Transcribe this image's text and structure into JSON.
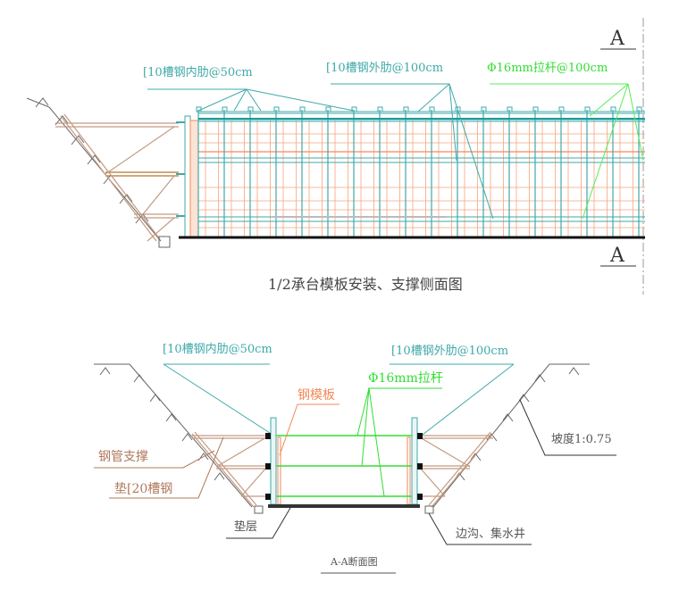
{
  "side_view": {
    "title": "1/2承台模板安装、支撑侧面图",
    "section_mark_top": "A",
    "section_mark_bottom": "A",
    "labels": {
      "inner_rib": "[10槽钢内肋@50cm",
      "outer_rib": "[10槽钢外肋@100cm",
      "tie_rod": "Φ16mm拉杆@100cm"
    }
  },
  "section_view": {
    "title": "A-A断面图",
    "labels": {
      "inner_rib": "[10槽钢内肋@50cm",
      "outer_rib": "[10槽钢外肋@100cm",
      "tie_rod": "Φ16mm拉杆",
      "steel_formwork": "钢模板",
      "steel_pipe_support": "钢管支撑",
      "channel_pad": "垫[20槽钢",
      "cushion_layer": "垫层",
      "side_ditch": "边沟、集水井",
      "slope": "坡度1:0.75"
    }
  },
  "colors": {
    "teal": "#3fa9a9",
    "green": "#33dd33",
    "orange": "#f08a5a",
    "brown": "#b0785a"
  }
}
